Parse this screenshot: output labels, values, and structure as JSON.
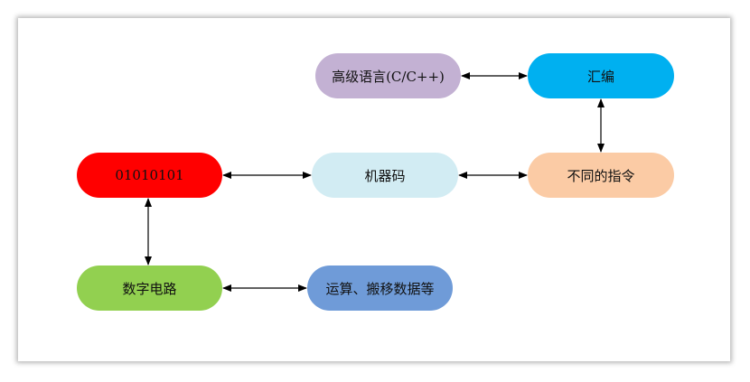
{
  "diagram": {
    "nodes": {
      "high_level_language": {
        "label": "高级语言(C/C++)",
        "color": "#c3b1d3"
      },
      "assembly": {
        "label": "汇编",
        "color": "#00b0f0"
      },
      "binary": {
        "label": "01010101",
        "color": "#ff0000"
      },
      "machine_code": {
        "label": "机器码",
        "color": "#d2ecf3"
      },
      "instructions": {
        "label": "不同的指令",
        "color": "#fbcba5"
      },
      "digital_circuit": {
        "label": "数字电路",
        "color": "#92d050"
      },
      "operations": {
        "label": "运算、搬移数据等",
        "color": "#6f9bd8"
      }
    },
    "edges": [
      {
        "from": "high_level_language",
        "to": "assembly",
        "direction": "both"
      },
      {
        "from": "assembly",
        "to": "instructions",
        "direction": "both"
      },
      {
        "from": "instructions",
        "to": "machine_code",
        "direction": "both"
      },
      {
        "from": "machine_code",
        "to": "binary",
        "direction": "both"
      },
      {
        "from": "binary",
        "to": "digital_circuit",
        "direction": "both"
      },
      {
        "from": "digital_circuit",
        "to": "operations",
        "direction": "both"
      }
    ],
    "arrow_color": "#000000"
  }
}
